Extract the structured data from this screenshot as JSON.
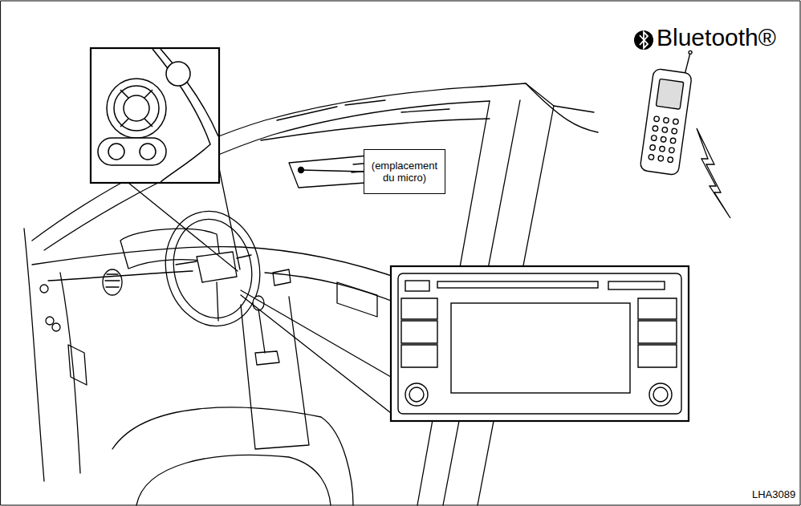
{
  "diagram": {
    "nodes": [
      {
        "text": [
          "(emplacement du micro)"
        ]
      }
    ],
    "labels": [
      "Bluetooth®",
      "LHA3089"
    ]
  }
}
